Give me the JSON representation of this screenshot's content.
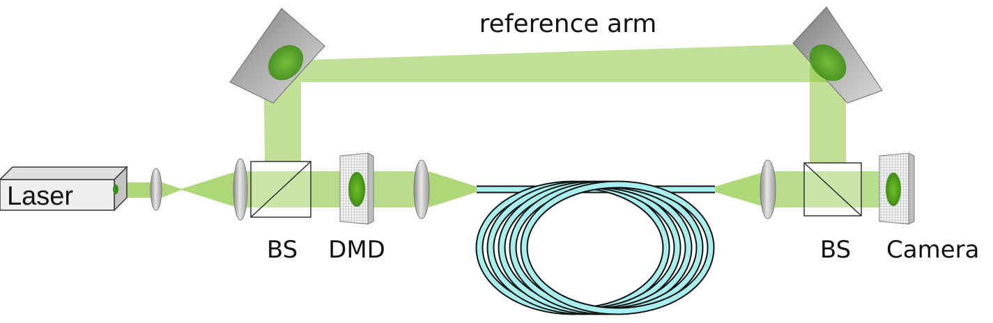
{
  "labels": {
    "reference_arm": "reference arm",
    "laser": "Laser",
    "bs_left": "BS",
    "dmd": "DMD",
    "bs_right": "BS",
    "camera": "Camera"
  },
  "colors": {
    "beam": "#8cc63f",
    "beam_core": "#4a9e1c",
    "fiber": "#a8f0f0",
    "mirror": "#a0a0a0",
    "lens": "#c8c8c8"
  }
}
